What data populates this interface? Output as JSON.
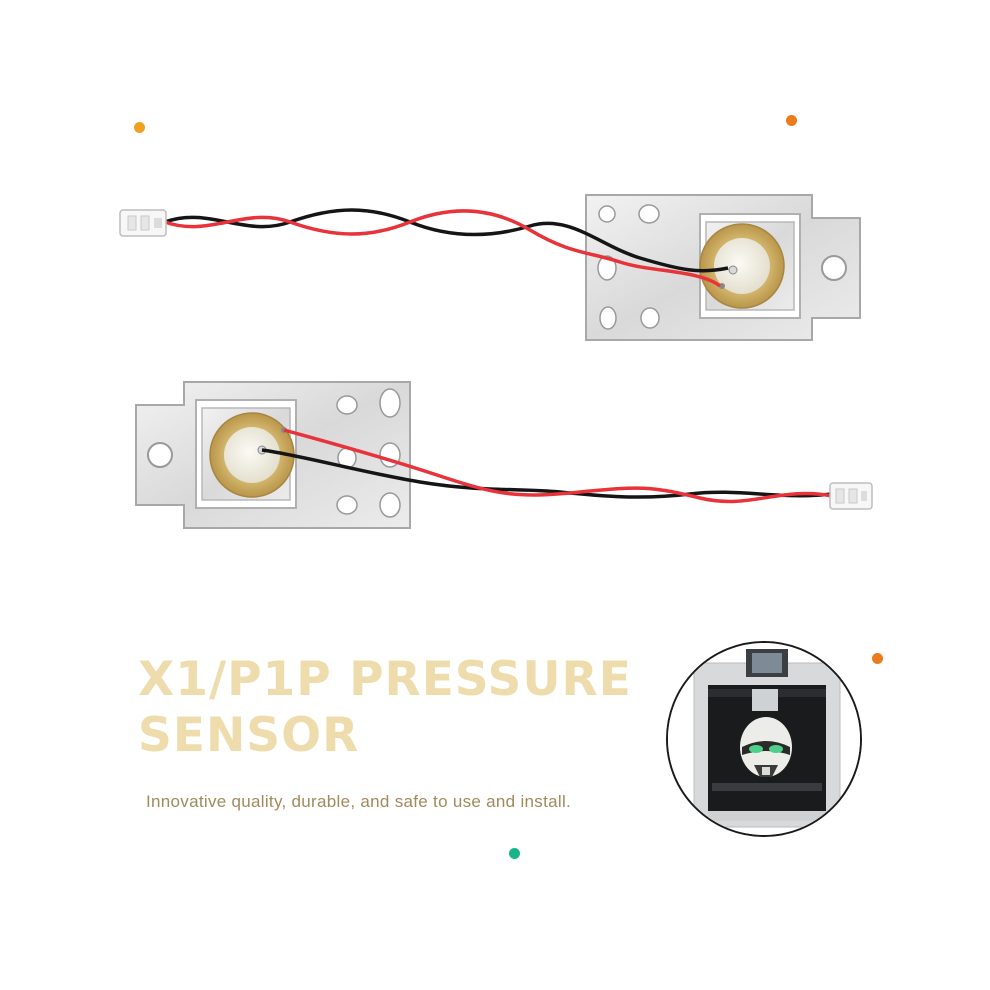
{
  "headline": {
    "line1": "X1/P1P PRESSURE",
    "line2": "SENSOR"
  },
  "tagline": "Innovative quality, durable, and safe to use and install.",
  "colors": {
    "headline": "#eedcad",
    "tagline": "#a08a5e",
    "accent_orange": "#ee8a1c",
    "accent_green": "#18b58a",
    "wire_red": "#e8333a",
    "wire_black": "#151515",
    "plate_silver": "#e6e6e6",
    "brass": "#c9a857"
  },
  "icons": {
    "decor_dots": "dot-icon",
    "printer": "3d-printer-icon"
  }
}
